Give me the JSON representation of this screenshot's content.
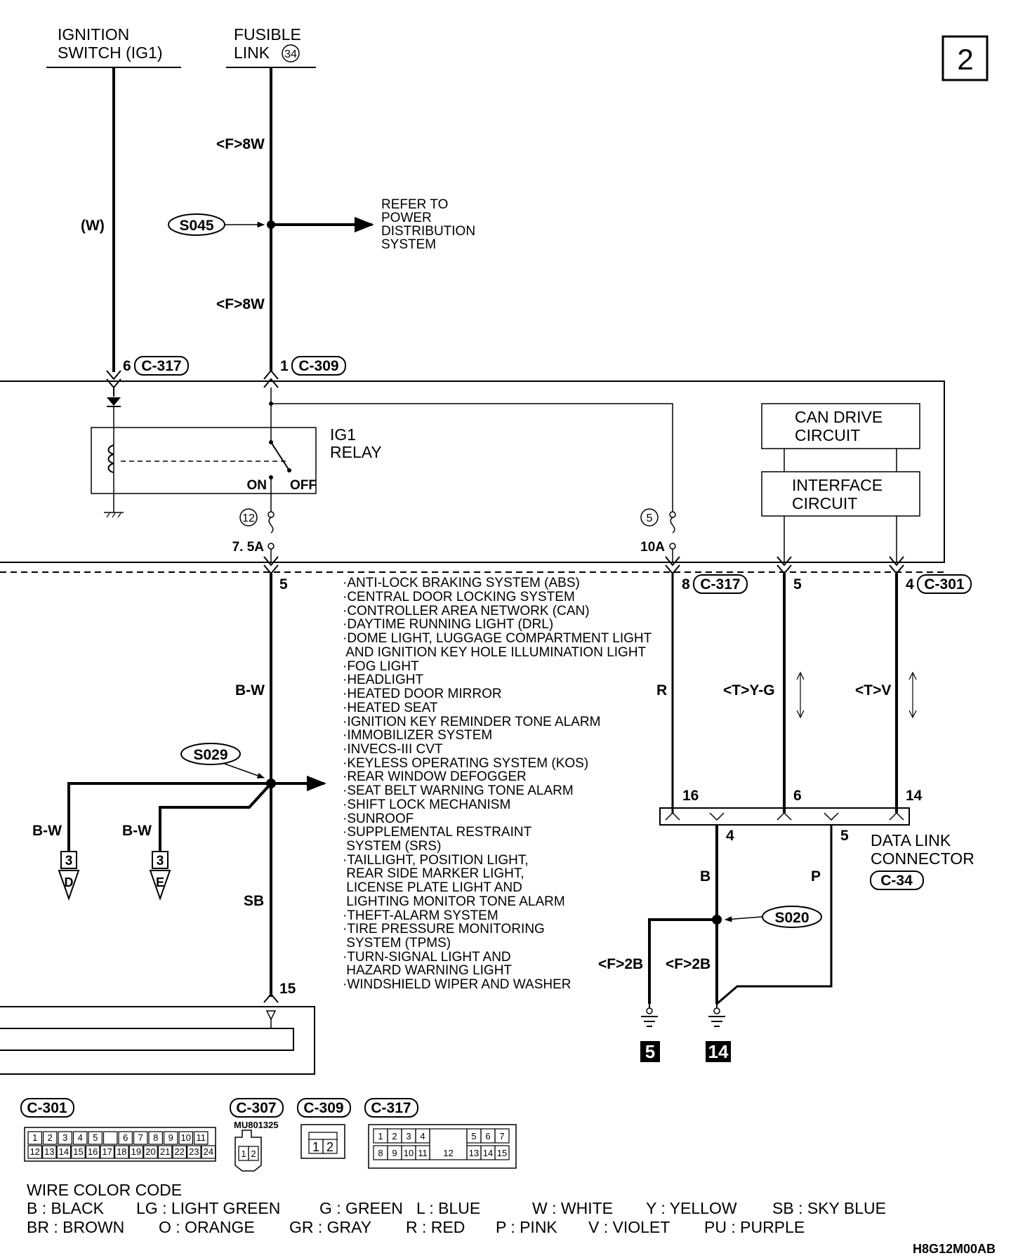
{
  "page_number": "2",
  "sources": {
    "ignition_switch": {
      "line1": "IGNITION",
      "line2": "SWITCH (IG1)"
    },
    "fusible_link": {
      "line1": "FUSIBLE",
      "line2": "LINK",
      "number": "34"
    }
  },
  "wires": {
    "w_label": "(W)",
    "f8w_top": "<F>8W",
    "f8w_bottom": "<F>8W",
    "bw_main": "B-W",
    "sb": "SB",
    "r": "R",
    "tyg": "<T>Y-G",
    "tv": "<T>V",
    "bw_d": "B-W",
    "bw_e": "B-W",
    "b": "B",
    "p": "P",
    "f2b_left": "<F>2B",
    "f2b_right": "<F>2B"
  },
  "splices": {
    "s045": "S045",
    "s029": "S029",
    "s020": "S020"
  },
  "refer_to": [
    "REFER TO",
    "POWER",
    "DISTRIBUTION",
    "SYSTEM"
  ],
  "pins": {
    "c317_pin": "6",
    "c317_label": "C-317",
    "c309_pin": "1",
    "c309_label": "C-309",
    "pin5_left": "5",
    "pin8": "8",
    "pin8_label": "C-317",
    "pin5_mid": "5",
    "pin4": "4",
    "pin4_label": "C-301",
    "pin15": "15",
    "pin16": "16",
    "pin6": "6",
    "pin14": "14",
    "dlc_pin4": "4",
    "dlc_pin5": "5"
  },
  "relay": {
    "line1": "IG1",
    "line2": "RELAY",
    "on": "ON",
    "off": "OFF"
  },
  "fuses": [
    {
      "number": "12",
      "rating": "7. 5A"
    },
    {
      "number": "5",
      "rating": "10A"
    }
  ],
  "circuits": {
    "can_drive": [
      "CAN DRIVE",
      "CIRCUIT"
    ],
    "interface": [
      "INTERFACE",
      "CIRCUIT"
    ]
  },
  "systems": [
    "·ANTI-LOCK BRAKING SYSTEM (ABS)",
    "·CENTRAL DOOR LOCKING SYSTEM",
    "·CONTROLLER AREA NETWORK (CAN)",
    "·DAYTIME RUNNING LIGHT (DRL)",
    "·DOME LIGHT, LUGGAGE COMPARTMENT LIGHT",
    " AND IGNITION KEY HOLE ILLUMINATION LIGHT",
    "·FOG LIGHT",
    "·HEADLIGHT",
    "·HEATED DOOR MIRROR",
    "·HEATED SEAT",
    "·IGNITION KEY REMINDER TONE ALARM",
    "·IMMOBILIZER SYSTEM",
    "·INVECS-III CVT",
    "·KEYLESS OPERATING SYSTEM (KOS)",
    "·REAR WINDOW DEFOGGER",
    "·SEAT BELT WARNING TONE ALARM",
    "·SHIFT LOCK MECHANISM",
    "·SUNROOF",
    "·SUPPLEMENTAL RESTRAINT",
    " SYSTEM (SRS)",
    "·TAILLIGHT, POSITION LIGHT,",
    " REAR SIDE MARKER LIGHT,",
    " LICENSE PLATE LIGHT AND",
    " LIGHTING MONITOR TONE ALARM",
    "·THEFT-ALARM SYSTEM",
    "·TIRE PRESSURE MONITORING",
    " SYSTEM (TPMS)",
    "·TURN-SIGNAL LIGHT AND",
    " HAZARD WARNING LIGHT",
    "·WINDSHIELD WIPER AND WASHER"
  ],
  "offpage": {
    "d_num": "3",
    "d_letter": "D",
    "e_num": "3",
    "e_letter": "E"
  },
  "data_link_connector": {
    "line1": "DATA LINK",
    "line2": "CONNECTOR",
    "code": "C-34"
  },
  "grounds": {
    "left": "5",
    "right": "14"
  },
  "connectors": {
    "c301": {
      "label": "C-301",
      "row1": [
        "1",
        "2",
        "3",
        "4",
        "5",
        "",
        "6",
        "7",
        "8",
        "9",
        "10",
        "11"
      ],
      "row2": [
        "12",
        "13",
        "14",
        "15",
        "16",
        "17",
        "18",
        "19",
        "20",
        "21",
        "22",
        "23",
        "24"
      ]
    },
    "c307": {
      "label": "C-307",
      "part": "MU801325",
      "pins": [
        "1",
        "2"
      ]
    },
    "c309": {
      "label": "C-309",
      "pins": [
        "1",
        "2"
      ]
    },
    "c317": {
      "label": "C-317",
      "row1": [
        "1",
        "2",
        "3",
        "4",
        "5",
        "6",
        "7"
      ],
      "row2": [
        "8",
        "9",
        "10",
        "11",
        "12",
        "13",
        "14",
        "15"
      ]
    }
  },
  "wire_color_code": {
    "title": "WIRE COLOR CODE",
    "row1": [
      "B : BLACK",
      "LG : LIGHT GREEN",
      "G : GREEN",
      "L : BLUE",
      "W : WHITE",
      "Y : YELLOW",
      "SB : SKY BLUE"
    ],
    "row2": [
      "BR : BROWN",
      "O : ORANGE",
      "GR : GRAY",
      "R : RED",
      "P : PINK",
      "V : VIOLET",
      "PU : PURPLE"
    ]
  },
  "drawing_code": "H8G12M00AB"
}
